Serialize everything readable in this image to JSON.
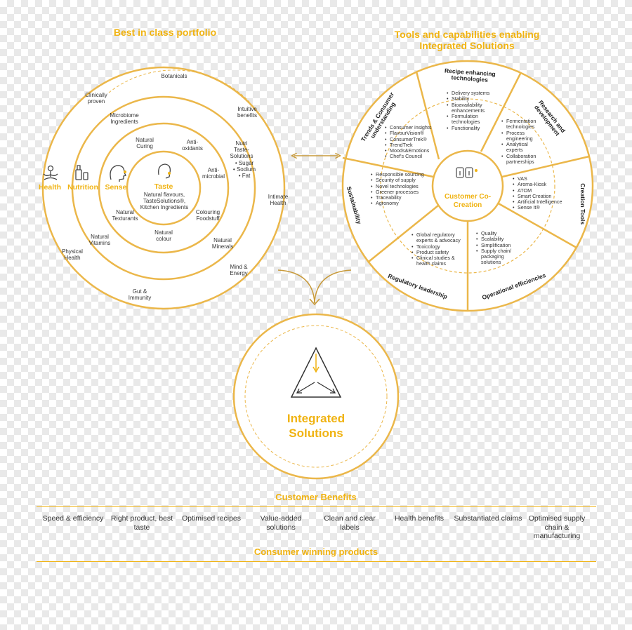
{
  "colors": {
    "accent": "#f0b312",
    "ring": "#ebb74a",
    "divider": "#e6c46a",
    "text": "#333333"
  },
  "left": {
    "heading": "Best in class portfolio",
    "center": {
      "title": "Taste",
      "desc": "Natural flavours, TasteSolutions®, Kitchen Ingredients"
    },
    "ring_labels": {
      "health": "Health",
      "nutrition": "Nutrition",
      "sense": "Sense"
    },
    "sense_items": {
      "natural_curing": "Natural Curing",
      "anti_oxidants": "Anti-oxidants",
      "anti_microbial": "Anti-microbial",
      "colouring": "Colouring Foodstuff",
      "natural_colour": "Natural colour",
      "natural_textur": "Natural Texturants"
    },
    "nutrition_items": {
      "microbiome": "Microbiome Ingredients",
      "nutri_taste": "Nutri Taste-Solutions",
      "sugar": "• Sugar",
      "sodium": "• Sodium",
      "fat": "• Fat",
      "minerals": "Natural Minerals",
      "vitamins": "Natural Vitamins"
    },
    "health_items": {
      "botanicals": "Botanicals",
      "clinically": "Clinically proven",
      "intuitive": "Intuitive benefits",
      "intimate": "Intimate Health",
      "mind": "Mind & Energy",
      "gut": "Gut & Immunity",
      "physical": "Physical Health"
    },
    "icons": [
      "meditation-icon",
      "bottle-icon",
      "head-icon",
      "face-icon"
    ]
  },
  "right": {
    "heading": "Tools and capabilities enabling Integrated Solutions",
    "center": "Customer Co-Creation",
    "segments": {
      "recipe": {
        "title": "Recipe enhancing technologies",
        "items": [
          "Delivery systems",
          "Stability",
          "Bioavailability enhancements",
          "Formulation technologies",
          "Functionality"
        ]
      },
      "rnd": {
        "title": "Research and development",
        "items": [
          "Fermentation technologies",
          "Process engineering",
          "Analytical experts",
          "Collaboration partnerships"
        ]
      },
      "creation": {
        "title": "Creation Tools",
        "items": [
          "VAS",
          "Aroma-Kiosk",
          "ATOM",
          "Smart Creation",
          "Artificial Intelligence",
          "Sense It®"
        ]
      },
      "operational": {
        "title": "Operational efficiencies",
        "items": [
          "Quality",
          "Scalability",
          "Simplification",
          "Supply chain/ packaging solutions"
        ]
      },
      "regulatory": {
        "title": "Regulatory leadership",
        "items": [
          "Global regulatory experts & advocacy",
          "Toxicology",
          "Product safety",
          "Clinical studies & health claims"
        ]
      },
      "sustainability": {
        "title": "Sustainability",
        "items": [
          "Responsible sourcing",
          "Security of supply",
          "Novel technologies",
          "Greener processes",
          "Traceability",
          "Agronomy"
        ]
      },
      "trends": {
        "title": "Trends & Consumer understanding",
        "items": [
          "Consumer insights",
          "FlavourVision®",
          "ConsumerTrek®",
          "TrendTrek",
          "Moods&Emotions",
          "Chef's Council"
        ]
      }
    }
  },
  "integrated": {
    "title": "Integrated Solutions"
  },
  "benefits": {
    "heading": "Customer Benefits",
    "items": [
      "Speed & efficiency",
      "Right product, best taste",
      "Optimised recipes",
      "Value-added solutions",
      "Clean and clear labels",
      "Health benefits",
      "Substantiated claims",
      "Optimised supply chain & manufacturing"
    ],
    "footer": "Consumer winning products"
  }
}
